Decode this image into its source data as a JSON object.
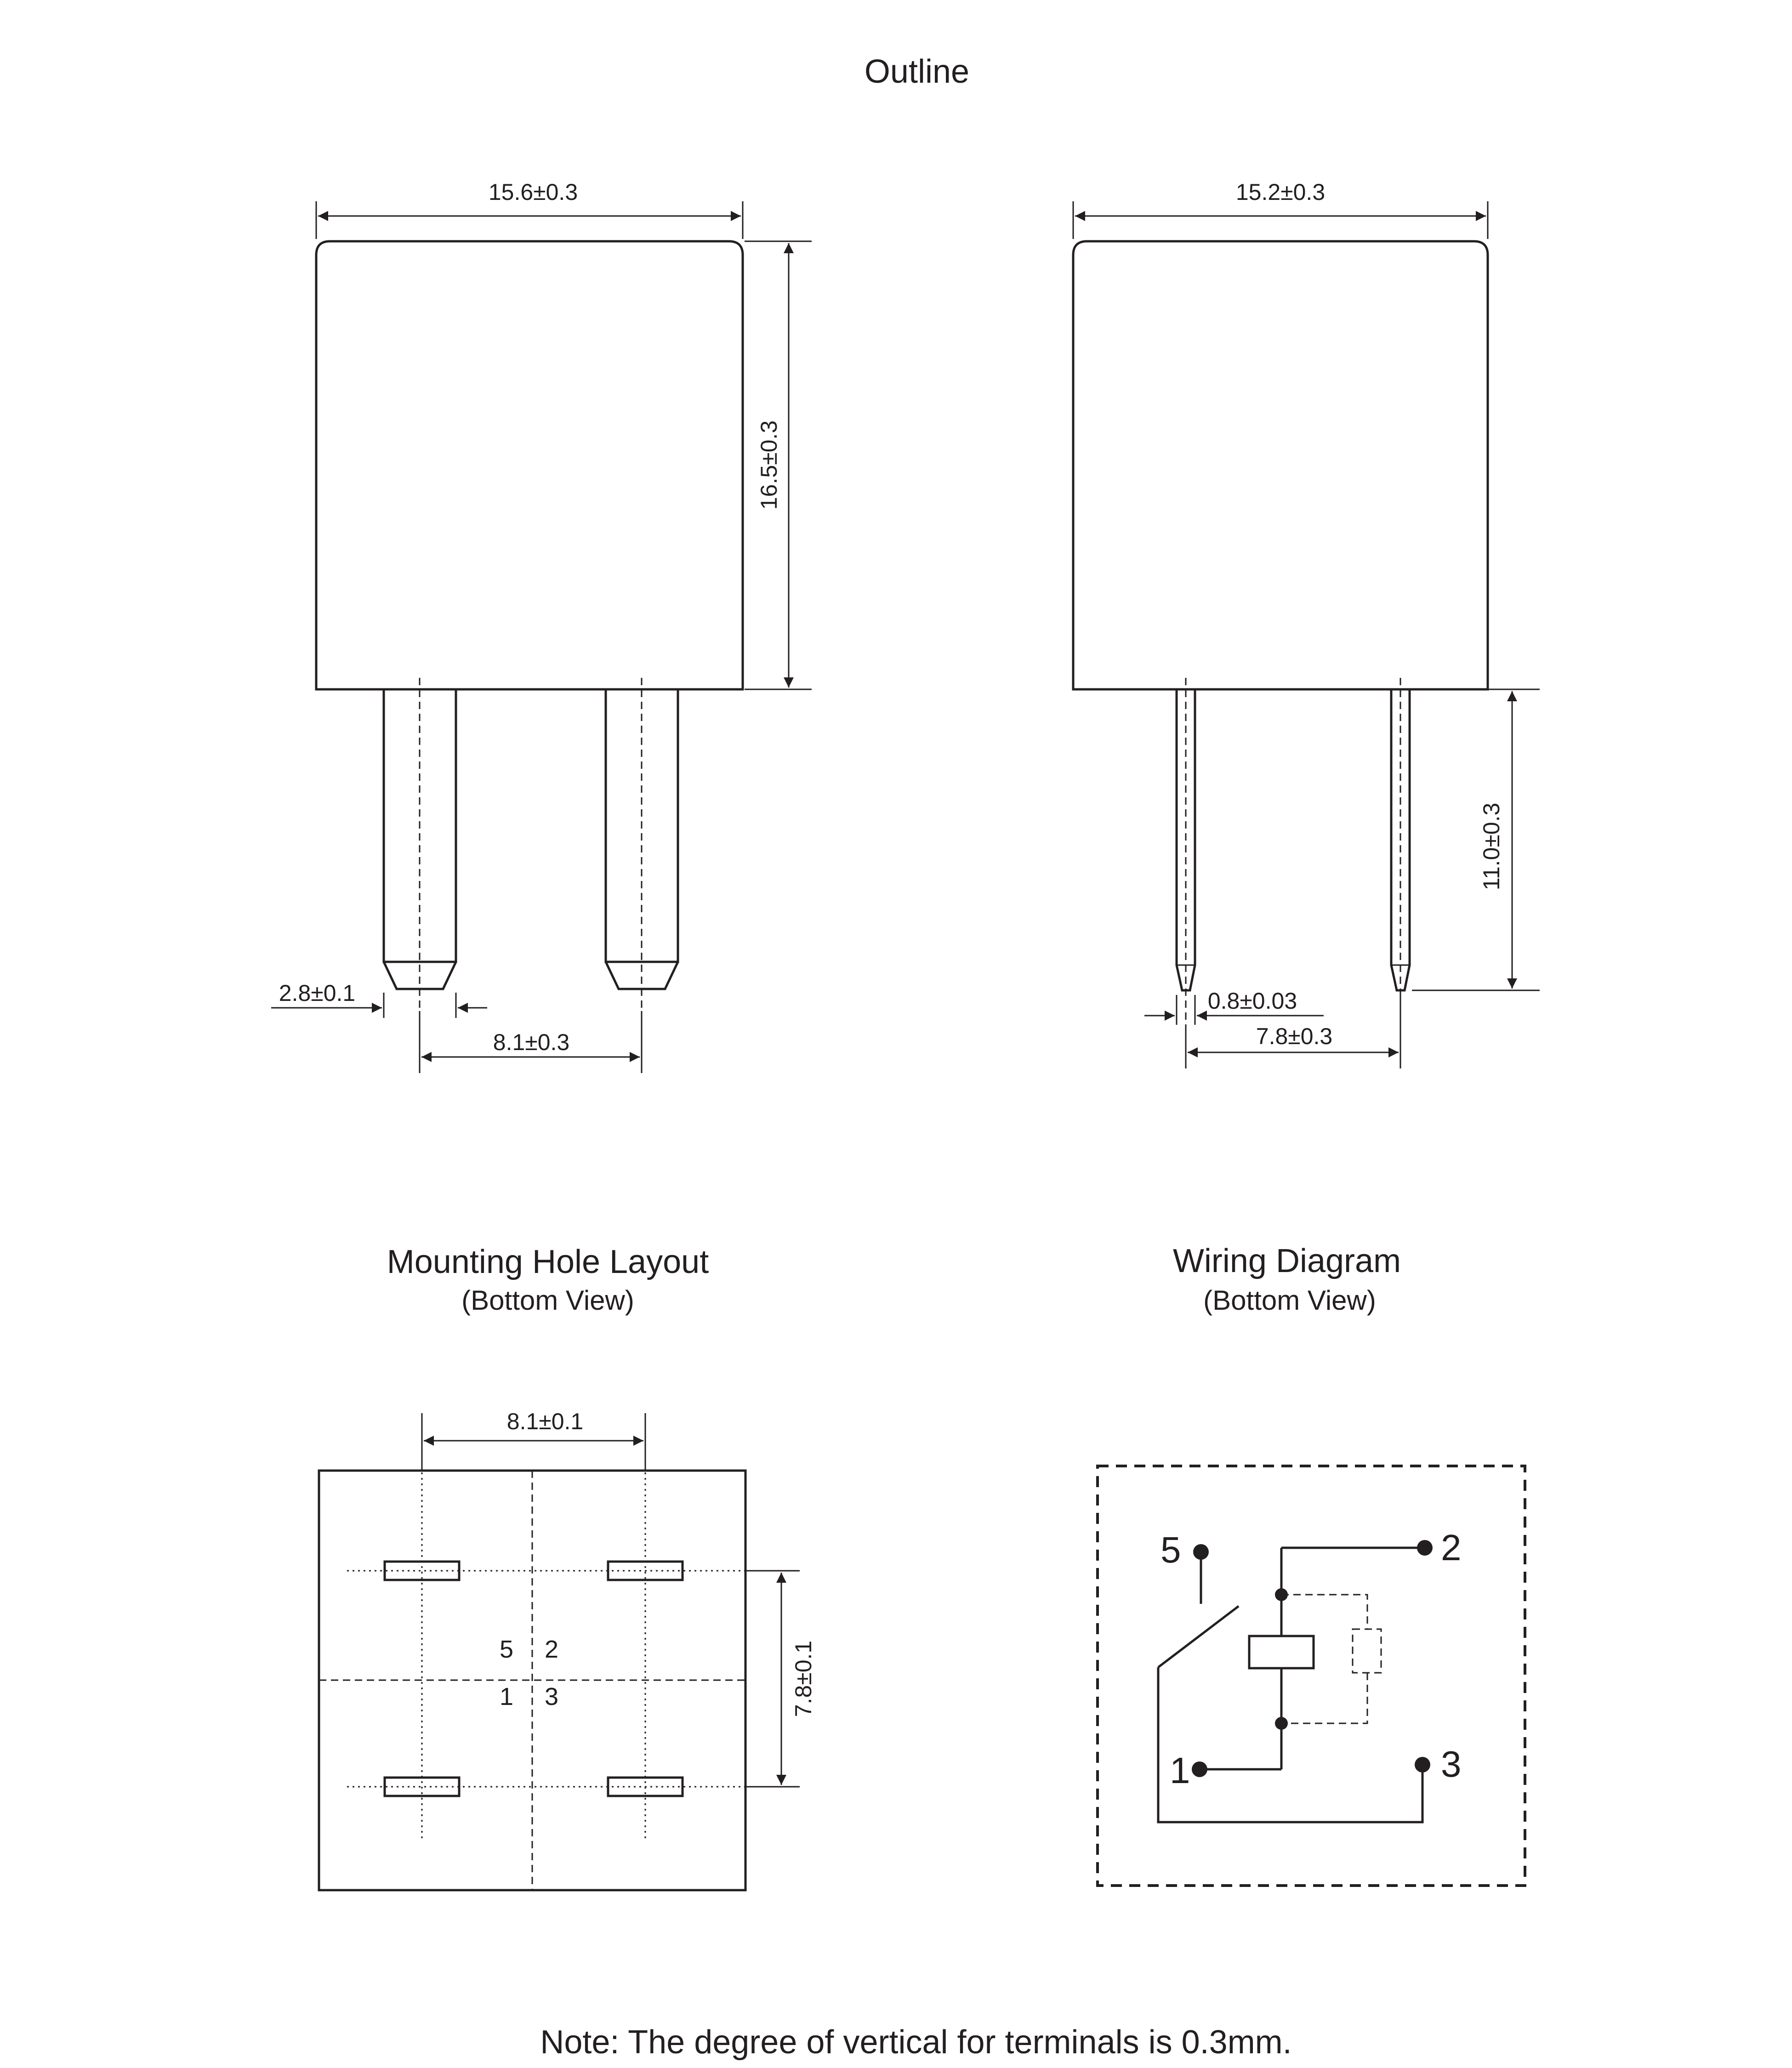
{
  "titles": {
    "outline": "Outline",
    "mounting": "Mounting Hole Layout",
    "mounting_sub": "(Bottom View)",
    "wiring": "Wiring Diagram",
    "wiring_sub": "(Bottom View)"
  },
  "front_view": {
    "width": "15.6±0.3",
    "height": "16.5±0.3",
    "terminal_width": "2.8±0.1",
    "terminal_pitch": "8.1±0.3"
  },
  "side_view": {
    "width": "15.2±0.3",
    "terminal_length": "11.0±0.3",
    "terminal_thickness": "0.8±0.03",
    "terminal_pitch": "7.8±0.3"
  },
  "mounting": {
    "pitch_x": "8.1±0.1",
    "pitch_y": "7.8±0.1",
    "pins": [
      "5",
      "2",
      "1",
      "3"
    ]
  },
  "wiring": {
    "pins": [
      "5",
      "2",
      "1",
      "3"
    ]
  },
  "note": "Note: The degree of vertical for terminals is 0.3mm."
}
